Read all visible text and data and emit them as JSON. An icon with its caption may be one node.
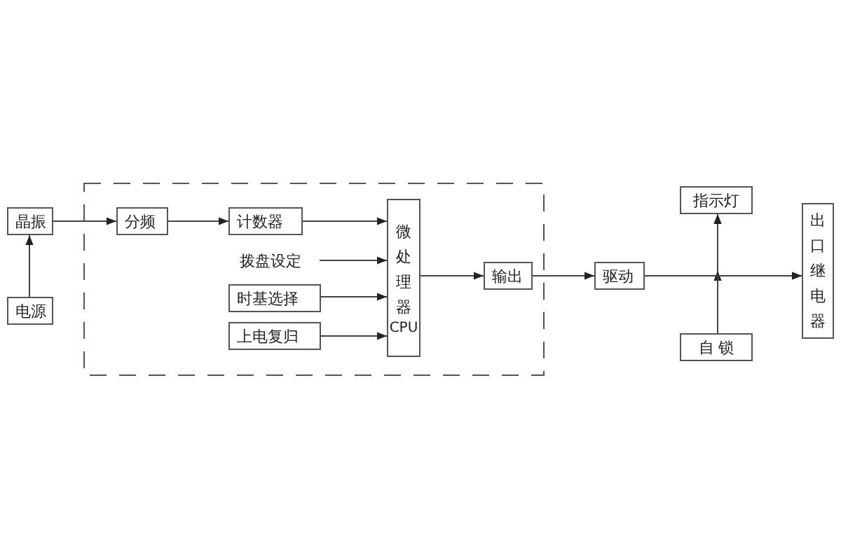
{
  "diagram": {
    "nodes": [
      {
        "text": [
          "晶振"
        ]
      },
      {
        "text": [
          "电源"
        ]
      },
      {
        "text": [
          "分频"
        ]
      },
      {
        "text": [
          "计数器"
        ]
      },
      {
        "text": [
          "拨盘设定"
        ]
      },
      {
        "text": [
          "时基选择"
        ]
      },
      {
        "text": [
          "上电复归"
        ]
      },
      {
        "text": [
          "微处理器",
          "CPU"
        ]
      },
      {
        "text": [
          "输出"
        ]
      },
      {
        "text": [
          "驱动"
        ]
      },
      {
        "text": [
          "指示灯"
        ]
      },
      {
        "text": [
          "自 锁"
        ]
      },
      {
        "text": [
          "出口继电器"
        ]
      }
    ],
    "edges": [
      {
        "from": 1,
        "to": 0,
        "arrow": "to"
      },
      {
        "from": 0,
        "to": 2,
        "arrow": "to"
      },
      {
        "from": 2,
        "to": 3,
        "arrow": "to"
      },
      {
        "from": 3,
        "to": 7,
        "arrow": "to"
      },
      {
        "from": 4,
        "to": 7,
        "arrow": "to"
      },
      {
        "from": 5,
        "to": 7,
        "arrow": "to"
      },
      {
        "from": 6,
        "to": 7,
        "arrow": "to"
      },
      {
        "from": 7,
        "to": 8,
        "arrow": "to"
      },
      {
        "from": 8,
        "to": 9,
        "arrow": "to"
      },
      {
        "from": 9,
        "to": 12,
        "arrow": "to"
      },
      {
        "from": 9,
        "to": 10,
        "arrow": "to"
      },
      {
        "from": 11,
        "to": 10,
        "arrow": "to"
      },
      {
        "from": 11,
        "to": 12,
        "arrow": "to"
      }
    ]
  }
}
